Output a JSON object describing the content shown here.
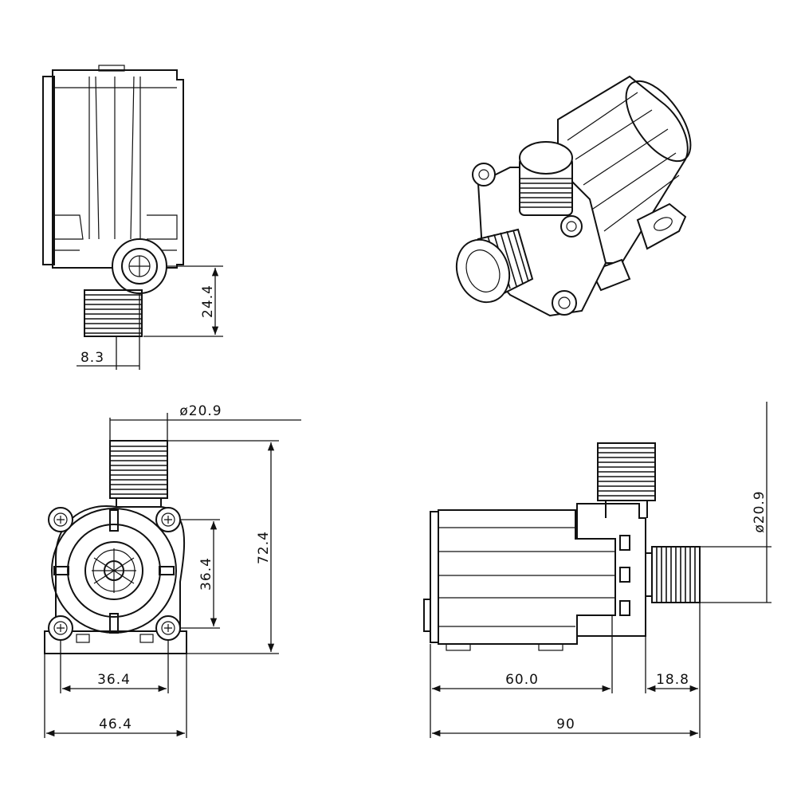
{
  "dimensions": {
    "side_view": {
      "thread_length": "24.4",
      "offset": "8.3"
    },
    "front_view": {
      "outlet_diameter": "ø20.9",
      "overall_height": "72.4",
      "hole_spacing_vertical": "36.4",
      "hole_spacing_horizontal": "36.4",
      "overall_width": "46.4"
    },
    "top_view": {
      "inlet_diameter": "ø20.9",
      "body_length": "60.0",
      "inlet_length": "18.8",
      "overall_length": "90"
    }
  },
  "colors": {
    "line": "#111111",
    "background": "#ffffff"
  }
}
